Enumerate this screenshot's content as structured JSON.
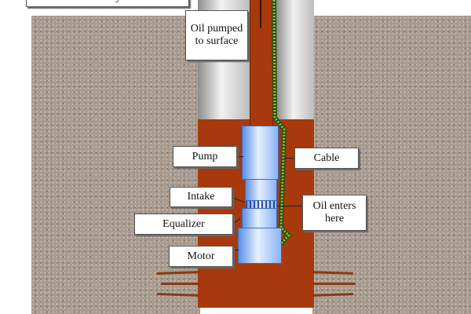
{
  "title": "Surface System",
  "labels": {
    "oil_pumped": "Oil pumped to surface",
    "pump": "Pump",
    "cable": "Cable",
    "intake": "Intake",
    "oil_enters": "Oil enters here",
    "equalizer": "Equalizer",
    "motor": "Motor"
  },
  "colors": {
    "rock": "#a89a8e",
    "well_fluid": "#a8390c",
    "pump": "#7aa8f0",
    "cable": "#6a9a2a"
  }
}
